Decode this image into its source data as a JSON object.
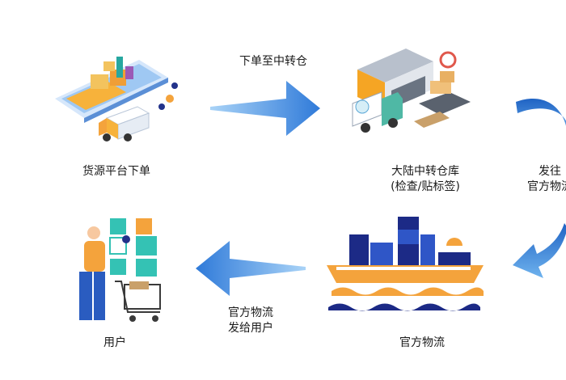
{
  "nodes": {
    "source_platform": {
      "label": "货源平台下单"
    },
    "mainland_warehouse": {
      "line1": "大陆中转仓库",
      "line2": "(检查/贴标签)"
    },
    "official_logistics": {
      "label": "官方物流"
    },
    "user": {
      "label": "用户"
    }
  },
  "edges": {
    "to_warehouse": {
      "label": "下单至中转仓"
    },
    "ship_out": {
      "line1": "发往",
      "line2": "官方物流"
    },
    "to_user": {
      "line1": "官方物流",
      "line2": "发给用户"
    }
  },
  "colors": {
    "arrow_light": "#6fb3ee",
    "arrow_dark": "#1f63c4",
    "navy": "#22328a",
    "orange": "#f4a33c"
  },
  "icons": [
    "phone-platform-icon",
    "delivery-truck-icon",
    "warehouse-icon",
    "cargo-ship-icon",
    "shopper-icon"
  ]
}
